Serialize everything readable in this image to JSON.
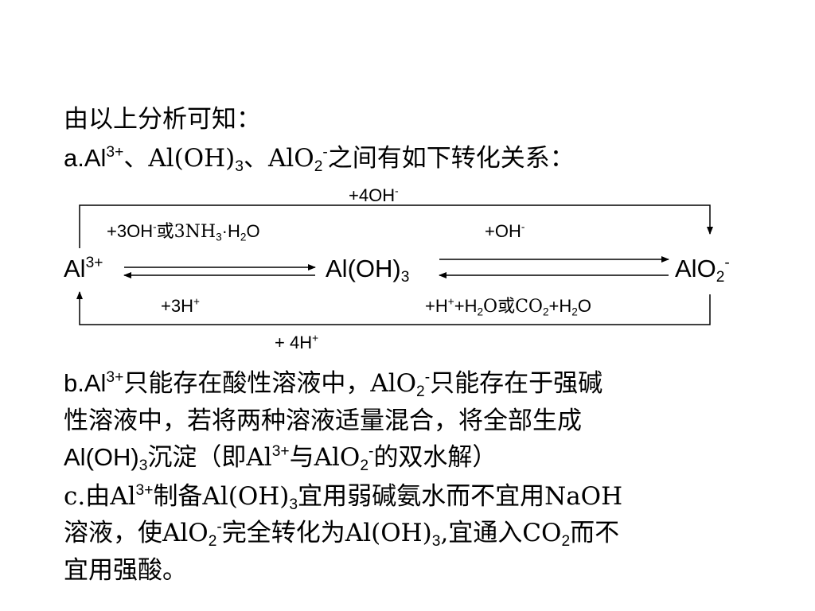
{
  "intro": "由以上分析可知：",
  "a": {
    "prefix": "a.Al",
    "sup1": "3+",
    "sep1": "、Al(OH)",
    "sub1": "3",
    "sep2": "、AlO",
    "sub2": "2",
    "sup2": "-",
    "rest": "之间有如下转化关系："
  },
  "diagram": {
    "top_arrow": {
      "text": "+4OH",
      "sup": "-"
    },
    "upper_left": {
      "t1": "+3OH",
      "sup1": "-",
      "t2": "或3NH",
      "sub1": "3",
      "t3": "·H",
      "sub2": "2",
      "t4": "O"
    },
    "upper_right": {
      "t1": "+OH",
      "sup1": "-"
    },
    "species_left": {
      "text": "Al",
      "sup": "3+"
    },
    "species_mid": {
      "text": "Al(OH)",
      "sub": "3"
    },
    "species_right": {
      "text": "AlO",
      "sub": "2",
      "sup": "-"
    },
    "lower_left": {
      "t1": "+3H",
      "sup1": "+"
    },
    "lower_right": {
      "t1": "+H",
      "sup1": "+",
      "t2": "+H",
      "sub1": "2",
      "t3": "O或CO",
      "sub2": "2",
      "t4": "+H",
      "sub3": "2",
      "t5": "O"
    },
    "bottom_arrow": {
      "text": "+ 4H",
      "sup": "+"
    }
  },
  "b": {
    "l1_prefix": "b.Al",
    "l1_sup1": "3+",
    "l1_mid": "只能存在酸性溶液中，AlO",
    "l1_sub1": "2",
    "l1_sup2": "-",
    "l1_rest": "只能存在于强碱",
    "l2": "性溶液中，若将两种溶液适量混合，将全部生成",
    "l3_prefix": "Al(OH)",
    "l3_sub1": "3",
    "l3_mid": "沉淀（即Al",
    "l3_sup1": "3+",
    "l3_mid2": "与AlO",
    "l3_sub2": "2",
    "l3_sup2": "-",
    "l3_rest": "的双水解）"
  },
  "c": {
    "l1_prefix": "c.由Al",
    "l1_sup1": "3+",
    "l1_mid": "制备Al(OH)",
    "l1_sub1": "3",
    "l1_rest": "宜用弱碱氨水而不宜用NaOH",
    "l2_prefix": "溶液，使AlO",
    "l2_sub1": "2",
    "l2_sup1": "-",
    "l2_mid": "完全转化为Al(OH)",
    "l2_sub2": "3",
    "l2_mid2": ",宜通入CO",
    "l2_sub3": "2",
    "l2_rest": "而不",
    "l3": "宜用强酸。"
  }
}
